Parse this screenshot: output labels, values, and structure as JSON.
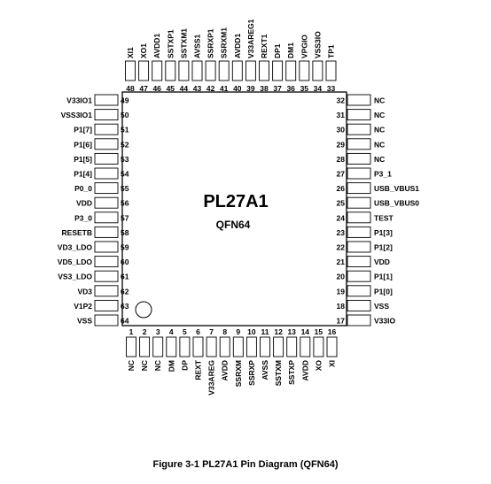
{
  "chip": {
    "name": "PL27A1",
    "package": "QFN64"
  },
  "caption": "Figure 3-1 PL27A1 Pin Diagram (QFN64)",
  "pins": {
    "left": [
      {
        "num": "49",
        "name": "V33IO1"
      },
      {
        "num": "50",
        "name": "VSS3IO1"
      },
      {
        "num": "51",
        "name": "P1[7]"
      },
      {
        "num": "52",
        "name": "P1[6]"
      },
      {
        "num": "53",
        "name": "P1[5]"
      },
      {
        "num": "54",
        "name": "P1[4]"
      },
      {
        "num": "55",
        "name": "P0_0"
      },
      {
        "num": "56",
        "name": "VDD"
      },
      {
        "num": "57",
        "name": "P3_0"
      },
      {
        "num": "58",
        "name": "RESETB"
      },
      {
        "num": "59",
        "name": "VD3_LDO"
      },
      {
        "num": "60",
        "name": "VD5_LDO"
      },
      {
        "num": "61",
        "name": "VS3_LDO"
      },
      {
        "num": "62",
        "name": "VD3"
      },
      {
        "num": "63",
        "name": "V1P2"
      },
      {
        "num": "64",
        "name": "VSS"
      }
    ],
    "right": [
      {
        "num": "32",
        "name": "NC"
      },
      {
        "num": "31",
        "name": "NC"
      },
      {
        "num": "30",
        "name": "NC"
      },
      {
        "num": "29",
        "name": "NC"
      },
      {
        "num": "28",
        "name": "NC"
      },
      {
        "num": "27",
        "name": "P3_1"
      },
      {
        "num": "26",
        "name": "USB_VBUS1"
      },
      {
        "num": "25",
        "name": "USB_VBUS0"
      },
      {
        "num": "24",
        "name": "TEST"
      },
      {
        "num": "23",
        "name": "P1[3]"
      },
      {
        "num": "22",
        "name": "P1[2]"
      },
      {
        "num": "21",
        "name": "VDD"
      },
      {
        "num": "20",
        "name": "P1[1]"
      },
      {
        "num": "19",
        "name": "P1[0]"
      },
      {
        "num": "18",
        "name": "VSS"
      },
      {
        "num": "17",
        "name": "V33IO"
      }
    ],
    "top": [
      {
        "num": "48",
        "name": "XI1"
      },
      {
        "num": "47",
        "name": "XO1"
      },
      {
        "num": "46",
        "name": "AVDD1"
      },
      {
        "num": "45",
        "name": "SSTXP1"
      },
      {
        "num": "44",
        "name": "SSTXM1"
      },
      {
        "num": "43",
        "name": "AVSS1"
      },
      {
        "num": "42",
        "name": "SSRXP1"
      },
      {
        "num": "41",
        "name": "SSRXM1"
      },
      {
        "num": "40",
        "name": "AVDD1"
      },
      {
        "num": "39",
        "name": "V33AREG1"
      },
      {
        "num": "38",
        "name": "REXT1"
      },
      {
        "num": "37",
        "name": "DP1"
      },
      {
        "num": "36",
        "name": "DM1"
      },
      {
        "num": "35",
        "name": "VPGIO"
      },
      {
        "num": "34",
        "name": "VSS3IO"
      },
      {
        "num": "33",
        "name": "TP1"
      }
    ],
    "bottom": [
      {
        "num": "1",
        "name": "NC"
      },
      {
        "num": "2",
        "name": "NC"
      },
      {
        "num": "3",
        "name": "NC"
      },
      {
        "num": "4",
        "name": "DM"
      },
      {
        "num": "5",
        "name": "DP"
      },
      {
        "num": "6",
        "name": "REXT"
      },
      {
        "num": "7",
        "name": "V33AREG"
      },
      {
        "num": "8",
        "name": "AVDD"
      },
      {
        "num": "9",
        "name": "SSRXM"
      },
      {
        "num": "10",
        "name": "SSRXP"
      },
      {
        "num": "11",
        "name": "AVSS"
      },
      {
        "num": "12",
        "name": "SSTXM"
      },
      {
        "num": "13",
        "name": "SSTXP"
      },
      {
        "num": "14",
        "name": "AVDD"
      },
      {
        "num": "15",
        "name": "XO"
      },
      {
        "num": "16",
        "name": "XI"
      }
    ]
  }
}
